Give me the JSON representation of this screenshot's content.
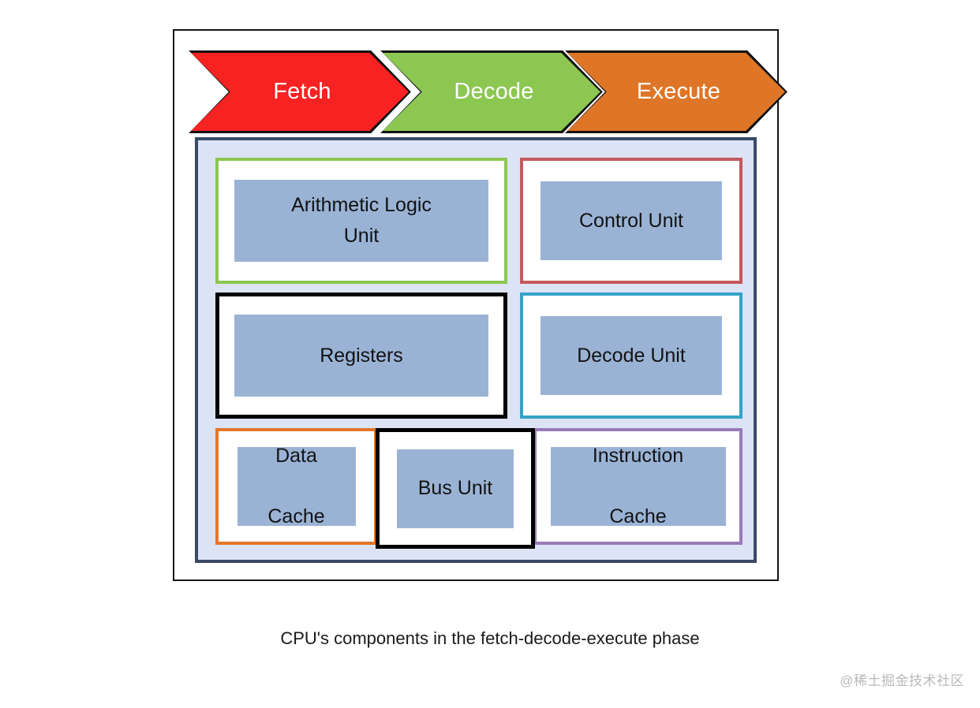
{
  "diagram": {
    "caption": "CPU's components in the fetch-decode-execute phase",
    "watermark": "@稀土掘金技术社区",
    "pipeline": {
      "stages": [
        {
          "label": "Fetch",
          "color": "#f72222"
        },
        {
          "label": "Decode",
          "color": "#8cc751"
        },
        {
          "label": "Execute",
          "color": "#df7526"
        }
      ]
    },
    "cpu": {
      "background": "#dce3f5",
      "border_color": "#3a4a66",
      "component_fill": "#9ab3d5",
      "components": [
        {
          "label": "Arithmetic Logic\nUnit",
          "border_color": "#8cc751"
        },
        {
          "label": "Control Unit",
          "border_color": "#c4595c"
        },
        {
          "label": "Registers",
          "border_color": "#000000"
        },
        {
          "label": "Decode Unit",
          "border_color": "#36a2c8"
        },
        {
          "label": "Data\n\nCache",
          "border_color": "#e2762a"
        },
        {
          "label": "Bus Unit",
          "border_color": "#000000"
        },
        {
          "label": "Instruction\n\nCache",
          "border_color": "#9a7ab8"
        }
      ]
    }
  }
}
